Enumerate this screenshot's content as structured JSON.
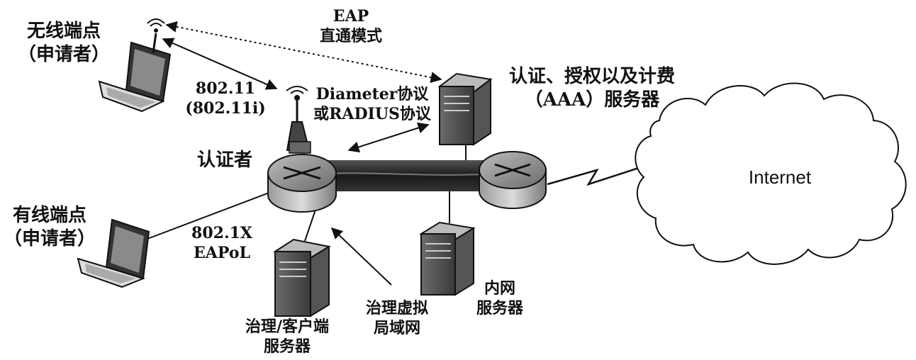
{
  "labels": {
    "wireless_endpoint": {
      "line1": "无线端点",
      "line2": "（申请者）"
    },
    "wired_endpoint": {
      "line1": "有线端点",
      "line2": "（申请者）"
    },
    "eap_passthrough": {
      "line1": "EAP",
      "line2": "直通模式"
    },
    "wireless_protocol": {
      "line1": "802.11",
      "line2": "(802.11i)"
    },
    "aaa_protocol": {
      "line1": "Diameter协议",
      "line2": "或RADIUS协议"
    },
    "authenticator": "认证者",
    "aaa_server": {
      "line1": "认证、授权以及计费",
      "line2": "（AAA）服务器"
    },
    "internet": "Internet",
    "wired_protocol": {
      "line1": "802.1X",
      "line2": "EAPoL"
    },
    "mgmt_server": {
      "line1": "治理/客户端",
      "line2": "服务器"
    },
    "mgmt_vlan": {
      "line1": "治理虚拟",
      "line2": "局域网"
    },
    "intranet_server": {
      "line1": "内网",
      "line2": "服务器"
    }
  },
  "icons": [
    "laptop-icon",
    "antenna-icon",
    "router-icon",
    "server-icon",
    "cloud-icon",
    "lightning-link-icon"
  ]
}
